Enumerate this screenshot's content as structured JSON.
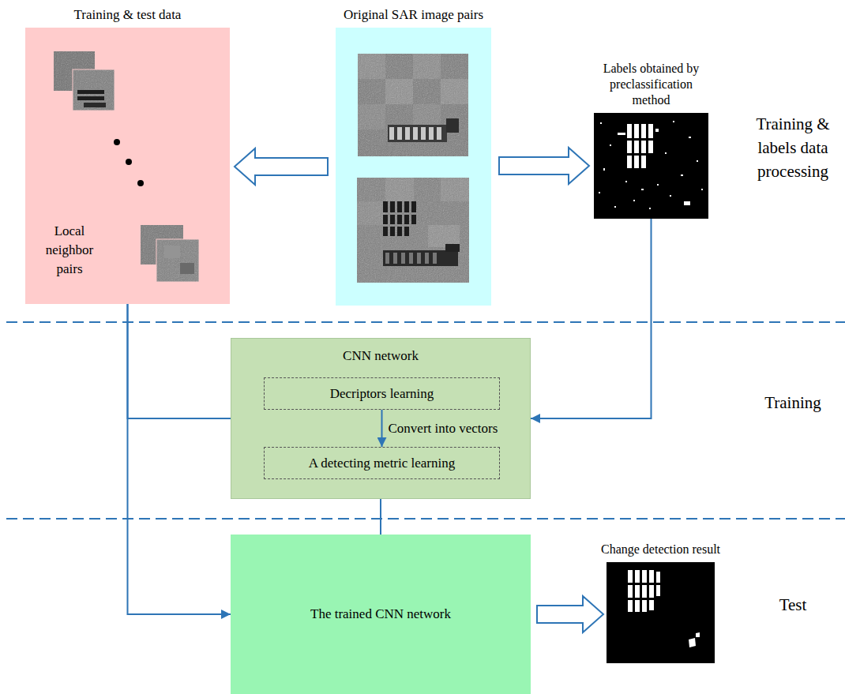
{
  "diagram": {
    "nodes": [
      {
        "text": [
          "Training & test data",
          "Local neighbor pairs"
        ]
      },
      {
        "text": [
          "Original SAR image pairs"
        ]
      },
      {
        "text": [
          "Labels obtained by preclassification method"
        ]
      },
      {
        "text": [
          "CNN network"
        ]
      },
      {
        "text": [
          "Decriptors learning"
        ],
        "in": 3
      },
      {
        "text": [
          "A detecting metric learning"
        ],
        "in": 3
      },
      {
        "text": [
          "The trained CNN network"
        ]
      },
      {
        "text": [
          "Change detection result"
        ]
      }
    ],
    "edges": [
      {
        "from": 1,
        "to": 0,
        "arrow": "to"
      },
      {
        "from": 1,
        "to": 2,
        "arrow": "to"
      },
      {
        "from": 2,
        "to": 3,
        "arrow": "to"
      },
      {
        "from": 0,
        "to": 3,
        "arrow": "none"
      },
      {
        "from": 0,
        "to": 6,
        "arrow": "to"
      },
      {
        "from": 4,
        "to": 5,
        "arrow": "to",
        "label": "Convert into vectors"
      },
      {
        "from": 3,
        "to": 6,
        "arrow": "none"
      },
      {
        "from": 6,
        "to": 7,
        "arrow": "to"
      }
    ],
    "labels": [
      "Training & labels data processing",
      "Training",
      "Test"
    ]
  }
}
